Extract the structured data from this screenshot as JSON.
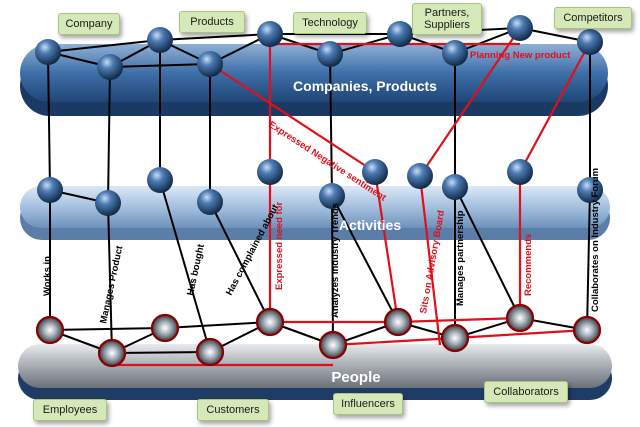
{
  "planes": {
    "top_title": "Companies, Products",
    "middle_title": "Activities",
    "bottom_title": "People"
  },
  "top_tags": {
    "company": "Company",
    "products": "Products",
    "technology": "Technology",
    "partners": "Partners,\nSuppliers",
    "competitors": "Competitors"
  },
  "bottom_tags": {
    "employees": "Employees",
    "customers": "Customers",
    "influencers": "Influencers",
    "collaborators": "Collaborators"
  },
  "edge_labels": {
    "works_in": "Works in",
    "manages_product": "Manages Product",
    "has_bought": "Has bought",
    "has_complained": "Has complained about",
    "expressed_need": "Expressed need for",
    "analyzes_trends": "Analyzes Industry Trends",
    "sits_on_board": "Sits on Advisory Board",
    "manages_partnership": "Manages partnership",
    "recommends": "Recommends",
    "collaborates": "Collaborates on Industry Forum",
    "negative_sentiment": "Expressed Negative sentiment",
    "planning_new_product": "Planning New product"
  },
  "colors": {
    "plane_top": "#3e6fa8",
    "plane_bottom": "#8a8f96",
    "node": "#1e3f66",
    "highlight": "#e0101a",
    "tag_fill": "#d5e8b8"
  }
}
